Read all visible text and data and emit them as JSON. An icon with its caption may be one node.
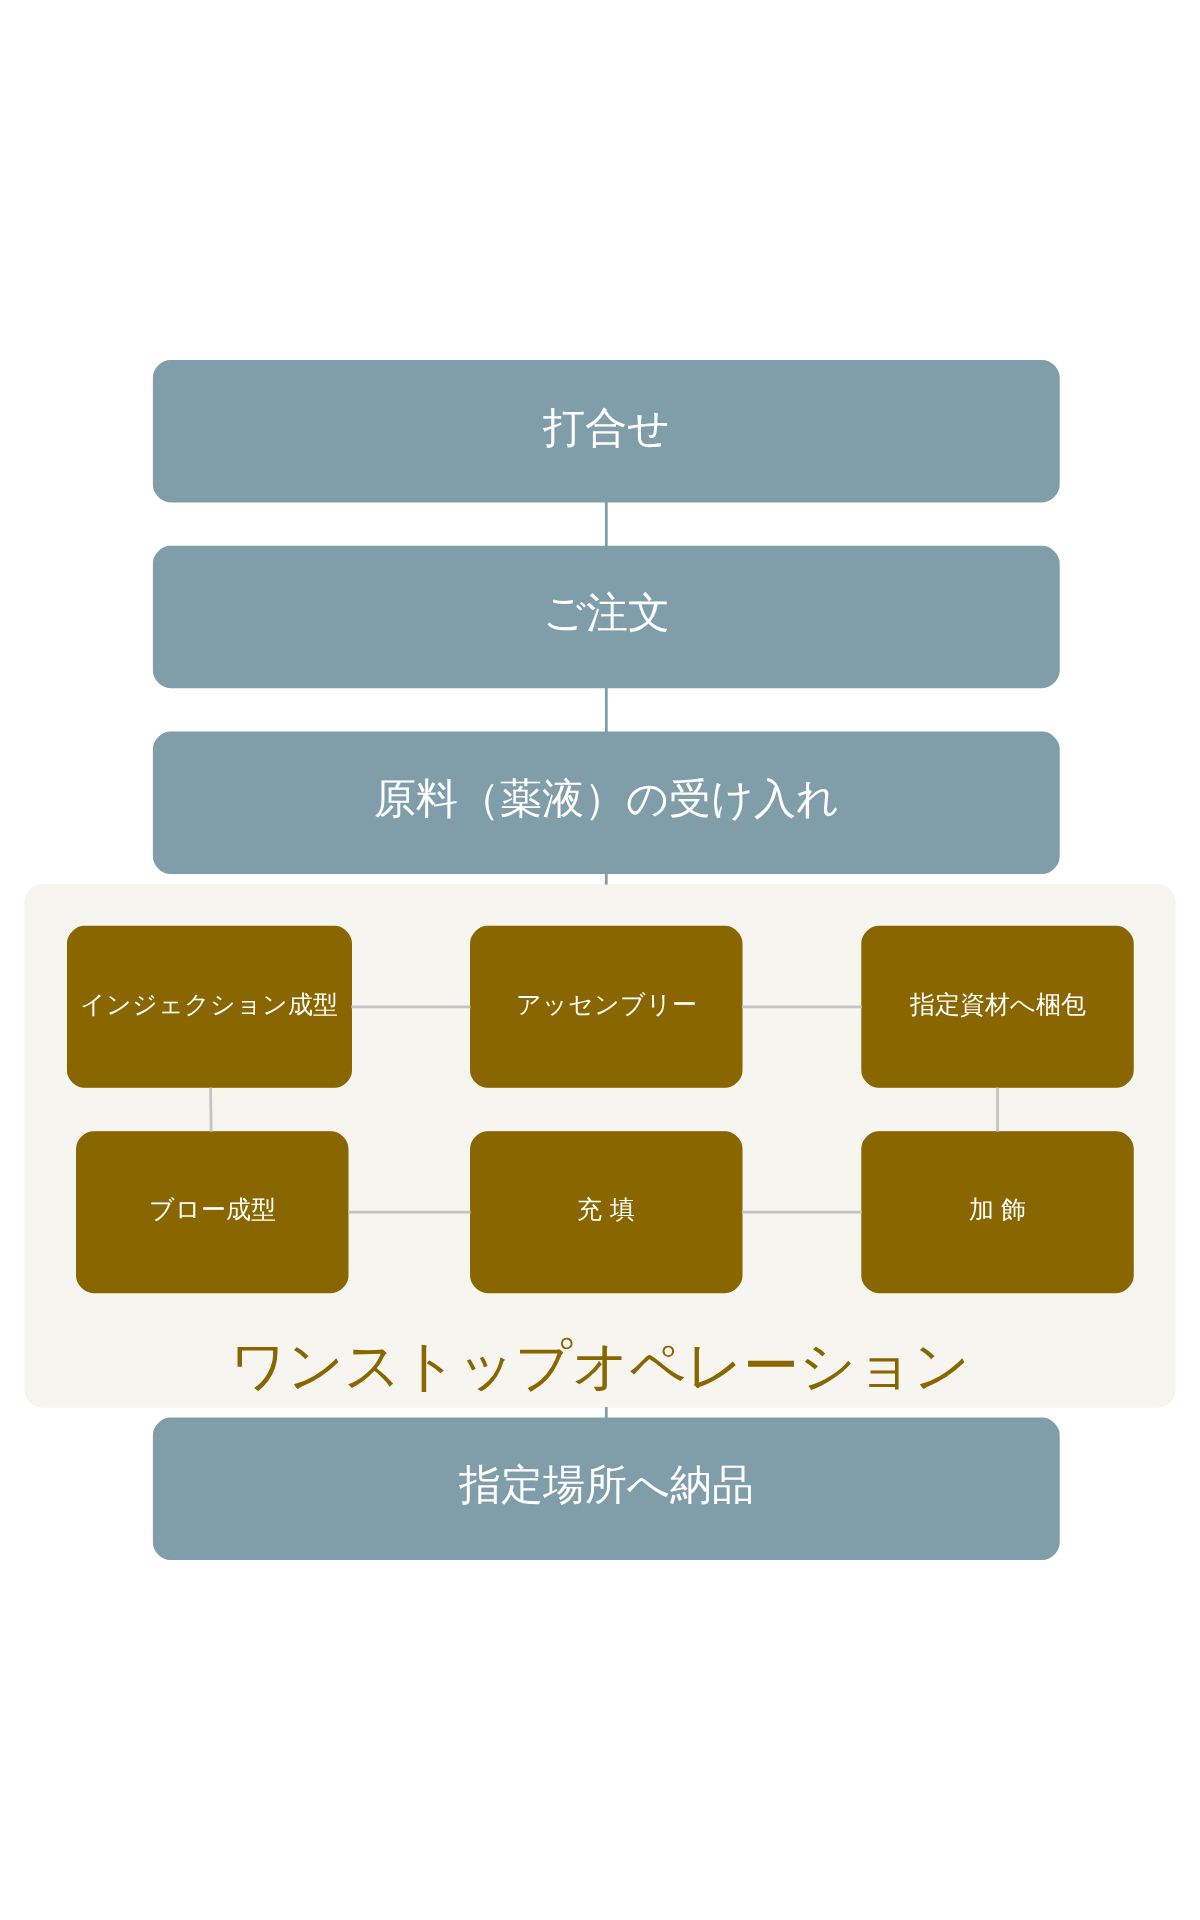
{
  "diagram": {
    "nodes": [
      {
        "text": [
          "打合せ"
        ]
      },
      {
        "text": [
          "ご注文"
        ]
      },
      {
        "text": [
          "原料（薬液）の受け入れ"
        ]
      },
      {
        "text": [
          "ワンストップオペレーション"
        ]
      },
      {
        "text": [
          "インジェクション成型"
        ],
        "in": 3
      },
      {
        "text": [
          "アッセンブリー"
        ],
        "in": 3
      },
      {
        "text": [
          "指定資材へ梱包"
        ],
        "in": 3
      },
      {
        "text": [
          "ブロー成型"
        ],
        "in": 3
      },
      {
        "text": [
          "充 填"
        ],
        "in": 3
      },
      {
        "text": [
          "加 飾"
        ],
        "in": 3
      },
      {
        "text": [
          "指定場所へ納品"
        ]
      }
    ],
    "edges": [
      {
        "from": 0,
        "to": 1,
        "arrow": "none",
        "color": "#7f9ea9"
      },
      {
        "from": 1,
        "to": 2,
        "arrow": "none",
        "color": "#7f9ea9"
      },
      {
        "from": 2,
        "to": 3,
        "arrow": "none",
        "color": "#7f9ea9"
      },
      {
        "from": 4,
        "to": 5,
        "arrow": "none"
      },
      {
        "from": 5,
        "to": 6,
        "arrow": "none"
      },
      {
        "from": 4,
        "to": 7,
        "arrow": "none"
      },
      {
        "from": 6,
        "to": 9,
        "arrow": "none"
      },
      {
        "from": 7,
        "to": 8,
        "arrow": "none"
      },
      {
        "from": 8,
        "to": 9,
        "arrow": "none"
      },
      {
        "from": 3,
        "to": 10,
        "arrow": "none",
        "color": "#7f9ea9"
      }
    ]
  }
}
